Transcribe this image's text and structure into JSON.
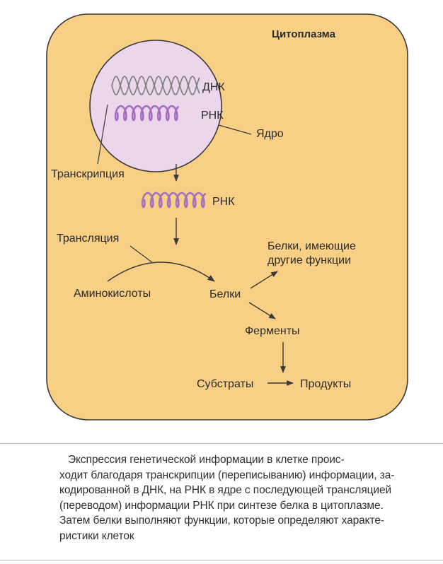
{
  "diagram": {
    "cytoplasm_label": "Цитоплазма",
    "dna_label": "ДНК",
    "rna_label_nucleus": "РНК",
    "nucleus_label": "Ядро",
    "transcription_label": "Транскрипция",
    "rna_label_cytoplasm": "РНК",
    "translation_label": "Трансляция",
    "amino_acids_label": "Аминокислоты",
    "proteins_label": "Белки",
    "other_proteins_line1": "Белки, имеющие",
    "other_proteins_line2": "другие функции",
    "enzymes_label": "Ферменты",
    "substrates_label": "Субстраты",
    "products_label": "Продукты"
  },
  "caption": {
    "lines": [
      "Экспрессия генетической информации в клетке проис-",
      "ходит благодаря транскрипции (переписыванию) информации, за-",
      "кодированной в ДНК, на РНК в ядре с последующей трансляцией",
      "(переводом) информации РНК при синтезе белка в цитоплазме.",
      "Затем белки выполняют функции, которые определяют характе-",
      "ристики клеток"
    ]
  },
  "colors": {
    "cytoplasm_fill": "#f7cf85",
    "cytoplasm_border": "#3a3a3a",
    "nucleus_fill": "#ecd6ec",
    "rna_coil": "#a46fc0",
    "dna_helix": "#7b7b7b",
    "arrow": "#3a3a3a",
    "text": "#2b2b2b"
  }
}
